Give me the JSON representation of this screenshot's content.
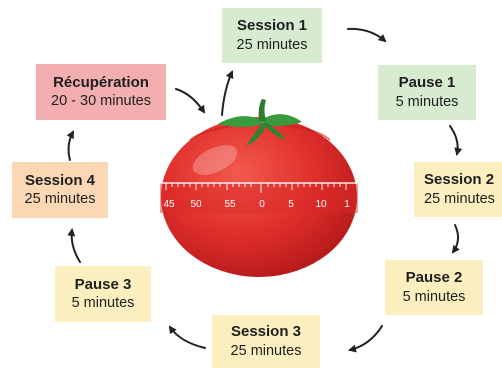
{
  "cycle": [
    {
      "key": "session1",
      "title": "Session 1",
      "duration": "25 minutes"
    },
    {
      "key": "pause1",
      "title": "Pause 1",
      "duration": "5 minutes"
    },
    {
      "key": "session2",
      "title": "Session 2",
      "duration": "25 minutes"
    },
    {
      "key": "pause2",
      "title": "Pause 2",
      "duration": "5 minutes"
    },
    {
      "key": "session3",
      "title": "Session 3",
      "duration": "25 minutes"
    },
    {
      "key": "pause3",
      "title": "Pause 3",
      "duration": "5 minutes"
    },
    {
      "key": "session4",
      "title": "Session 4",
      "duration": "25 minutes"
    },
    {
      "key": "recuperation",
      "title": "Récupération",
      "duration": "20 - 30 minutes"
    }
  ],
  "timer_dial": [
    "45",
    "50",
    "55",
    "0",
    "5",
    "10",
    "1"
  ],
  "colors": {
    "session_box": "#d6ebcf",
    "pause_box": "#fbefbf",
    "session4_box": "#fbd8b3",
    "recuperation_box": "#f2aeb0",
    "tomato": "#e02f2b",
    "leaf": "#3a9a3f",
    "arrow": "#222222"
  }
}
